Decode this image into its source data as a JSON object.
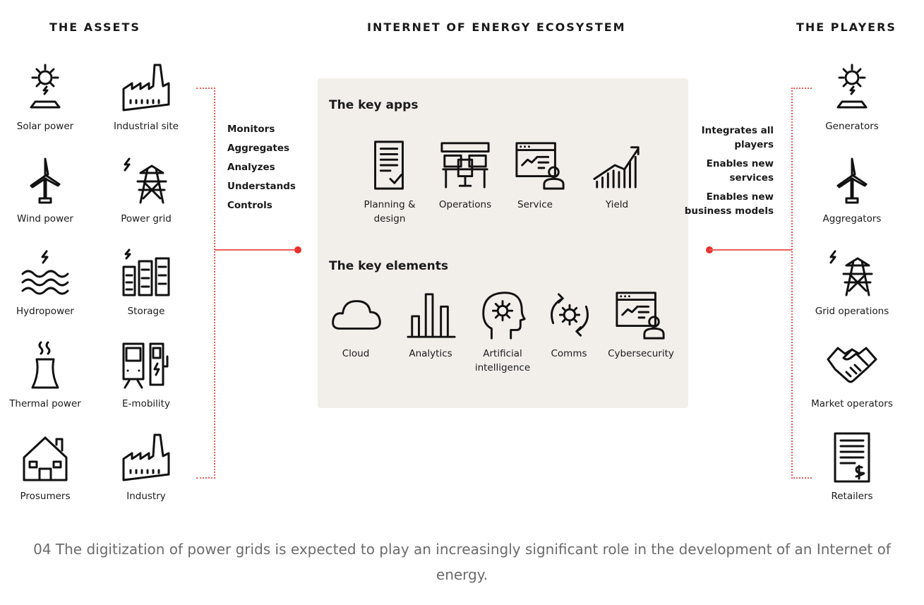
{
  "headers": {
    "assets": "THE ASSETS",
    "ecosystem": "INTERNET OF ENERGY ECOSYSTEM",
    "players": "THE PLAYERS"
  },
  "assets": [
    {
      "label": "Solar power",
      "icon": "solar-icon"
    },
    {
      "label": "Industrial site",
      "icon": "factory-icon"
    },
    {
      "label": "Wind power",
      "icon": "wind-turbine-icon"
    },
    {
      "label": "Power grid",
      "icon": "power-pylon-icon"
    },
    {
      "label": "Hydropower",
      "icon": "hydro-icon"
    },
    {
      "label": "Storage",
      "icon": "battery-icon"
    },
    {
      "label": "Thermal power",
      "icon": "cooling-tower-icon"
    },
    {
      "label": "E-mobility",
      "icon": "train-charger-icon"
    },
    {
      "label": "Prosumers",
      "icon": "house-icon"
    },
    {
      "label": "Industry",
      "icon": "factory-icon"
    }
  ],
  "asset_functions": [
    "Monitors",
    "Aggregates",
    "Analyzes",
    "Understands",
    "Controls"
  ],
  "key_apps": {
    "title": "The key apps",
    "items": [
      {
        "label": "Planning & design",
        "icon": "document-check-icon"
      },
      {
        "label": "Operations",
        "icon": "control-desk-icon"
      },
      {
        "label": "Service",
        "icon": "screen-person-icon"
      },
      {
        "label": "Yield",
        "icon": "growth-chart-icon"
      }
    ]
  },
  "key_elements": {
    "title": "The key elements",
    "items": [
      {
        "label": "Cloud",
        "icon": "cloud-icon"
      },
      {
        "label": "Analytics",
        "icon": "bar-chart-icon"
      },
      {
        "label": "Artificial intelligence",
        "icon": "head-gear-icon"
      },
      {
        "label": "Comms",
        "icon": "gear-cycle-icon"
      },
      {
        "label": "Cybersecurity",
        "icon": "screen-person-icon"
      }
    ]
  },
  "player_functions": [
    "Integrates all players",
    "Enables new services",
    "Enables new business models"
  ],
  "players": [
    {
      "label": "Generators",
      "icon": "solar-icon"
    },
    {
      "label": "Aggregators",
      "icon": "wind-turbine-icon"
    },
    {
      "label": "Grid operations",
      "icon": "power-pylon-icon"
    },
    {
      "label": "Market operators",
      "icon": "handshake-icon"
    },
    {
      "label": "Retailers",
      "icon": "invoice-icon"
    }
  ],
  "caption": "04 The digitization of power grids is expected to play an increasingly significant role in the development of an Internet of energy.",
  "colors": {
    "accent": "#e8312f",
    "panel": "#f2efeb",
    "caption": "#6b6b6b"
  }
}
